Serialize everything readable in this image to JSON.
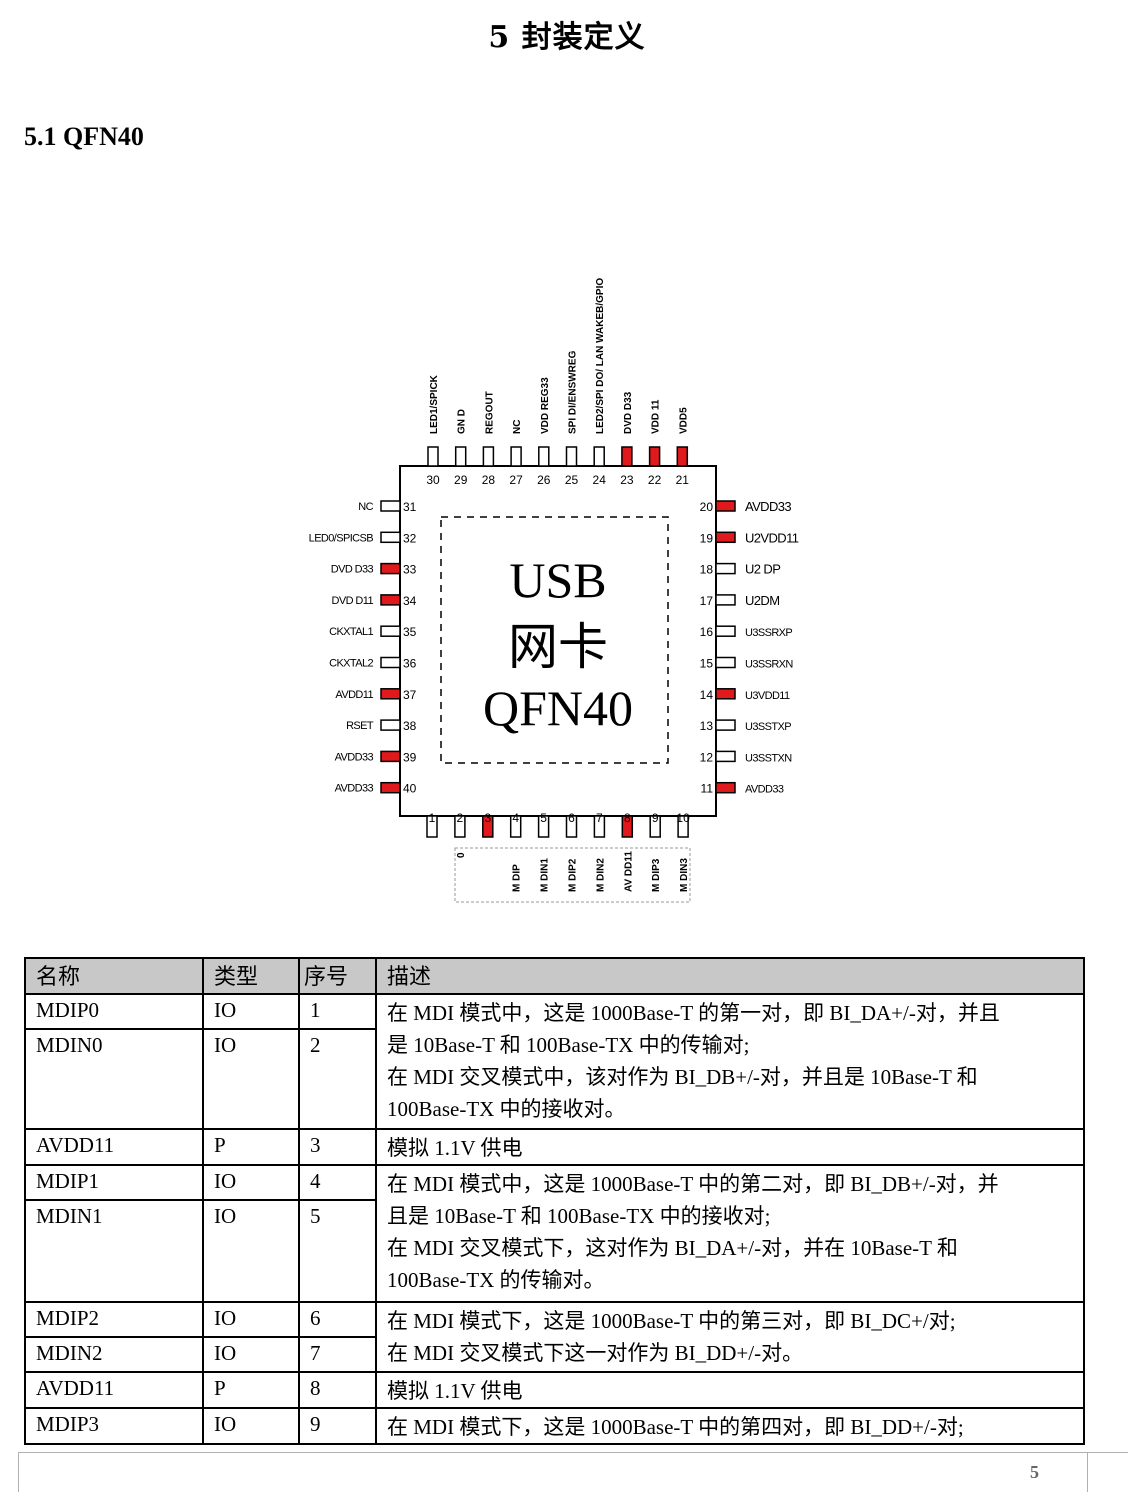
{
  "heading": {
    "section": "5   封装定义",
    "subsection": "5.1 QFN40"
  },
  "package": {
    "center_lines": [
      "USB",
      "网卡",
      "QFN40"
    ],
    "active_color": "#e0191d",
    "top_pins": [
      {
        "num": "30",
        "name": "LED1/SPICK",
        "active": false
      },
      {
        "num": "29",
        "name": "GN D",
        "active": false
      },
      {
        "num": "28",
        "name": "REGOUT",
        "active": false
      },
      {
        "num": "27",
        "name": "NC",
        "active": false
      },
      {
        "num": "26",
        "name": "VDD REG33",
        "active": false
      },
      {
        "num": "25",
        "name": "SPI DI/ENSWREG",
        "active": false
      },
      {
        "num": "24",
        "name": "LED2/SPI DO/ LAN WAKEB/GPIO",
        "active": false
      },
      {
        "num": "23",
        "name": "DVD D33",
        "active": true
      },
      {
        "num": "22",
        "name": "VDD 11",
        "active": true
      },
      {
        "num": "21",
        "name": "VDD5",
        "active": true
      }
    ],
    "left_pins": [
      {
        "num": "31",
        "name": "NC",
        "active": false
      },
      {
        "num": "32",
        "name": "LED0/SPICSB",
        "active": false
      },
      {
        "num": "33",
        "name": "DVD D33",
        "active": true
      },
      {
        "num": "34",
        "name": "DVD D11",
        "active": true
      },
      {
        "num": "35",
        "name": "CKXTAL1",
        "active": false
      },
      {
        "num": "36",
        "name": "CKXTAL2",
        "active": false
      },
      {
        "num": "37",
        "name": "AVDD11",
        "active": true
      },
      {
        "num": "38",
        "name": "RSET",
        "active": false
      },
      {
        "num": "39",
        "name": "AVDD33",
        "active": true
      },
      {
        "num": "40",
        "name": "AVDD33",
        "active": true
      }
    ],
    "right_pins": [
      {
        "num": "20",
        "name": "AVDD33",
        "active": true
      },
      {
        "num": "19",
        "name": "U2VDD11",
        "active": true
      },
      {
        "num": "18",
        "name": "U2 DP",
        "active": false
      },
      {
        "num": "17",
        "name": "U2DM",
        "active": false
      },
      {
        "num": "16",
        "name": "U3SSRXP",
        "active": false
      },
      {
        "num": "15",
        "name": "U3SSRXN",
        "active": false
      },
      {
        "num": "14",
        "name": "U3VDD11",
        "active": true
      },
      {
        "num": "13",
        "name": "U3SSTXP",
        "active": false
      },
      {
        "num": "12",
        "name": "U3SSTXN",
        "active": false
      },
      {
        "num": "11",
        "name": "AVDD33",
        "active": true
      }
    ],
    "bottom_pins": [
      {
        "num": "1",
        "name": "",
        "active": false
      },
      {
        "num": "2",
        "name": "0",
        "active": false
      },
      {
        "num": "3",
        "name": "",
        "active": true
      },
      {
        "num": "4",
        "name": "M DIP",
        "active": false
      },
      {
        "num": "5",
        "name": "M DIN1",
        "active": false
      },
      {
        "num": "6",
        "name": "M DIP2",
        "active": false
      },
      {
        "num": "7",
        "name": "M DIN2",
        "active": false
      },
      {
        "num": "8",
        "name": "AV DD11",
        "active": true
      },
      {
        "num": "9",
        "name": "M DIP3",
        "active": false
      },
      {
        "num": "10",
        "name": "M DIN3",
        "active": false
      }
    ]
  },
  "table": {
    "headers": [
      "名称",
      "类型",
      "序号",
      "描述"
    ],
    "rows": [
      {
        "name": "MDIP0",
        "type": "IO",
        "num": "1"
      },
      {
        "name": "MDIN0",
        "type": "IO",
        "num": "2"
      },
      {
        "name": "AVDD11",
        "type": "P",
        "num": "3"
      },
      {
        "name": "MDIP1",
        "type": "IO",
        "num": "4"
      },
      {
        "name": "MDIN1",
        "type": "IO",
        "num": "5"
      },
      {
        "name": "MDIP2",
        "type": "IO",
        "num": "6"
      },
      {
        "name": "MDIN2",
        "type": "IO",
        "num": "7"
      },
      {
        "name": "AVDD11",
        "type": "P",
        "num": "8"
      },
      {
        "name": "MDIP3",
        "type": "IO",
        "num": "9"
      }
    ],
    "descriptions": {
      "mdi0": [
        "在 MDI 模式中，这是 1000Base-T 的第一对，即 BI_DA+/-对，并且",
        "是 10Base-T 和 100Base-TX 中的传输对;",
        "在 MDI 交叉模式中，该对作为 BI_DB+/-对，并且是 10Base-T 和",
        "100Base-TX 中的接收对。"
      ],
      "avdd11_a": [
        "模拟 1.1V 供电"
      ],
      "mdi1": [
        "在 MDI 模式中，这是 1000Base-T 中的第二对，即 BI_DB+/-对，并",
        "且是 10Base-T 和 100Base-TX 中的接收对;",
        "在 MDI 交叉模式下，这对作为 BI_DA+/-对，并在 10Base-T 和",
        "100Base-TX 的传输对。"
      ],
      "mdi2": [
        "在 MDI 模式下，这是 1000Base-T 中的第三对，即 BI_DC+/对;",
        "在 MDI 交叉模式下这一对作为 BI_DD+/-对。"
      ],
      "avdd11_b": [
        "模拟 1.1V 供电"
      ],
      "mdi3": [
        "在 MDI 模式下，这是 1000Base-T 中的第四对，即 BI_DD+/-对;"
      ]
    }
  },
  "footer": {
    "page_number": "5"
  }
}
